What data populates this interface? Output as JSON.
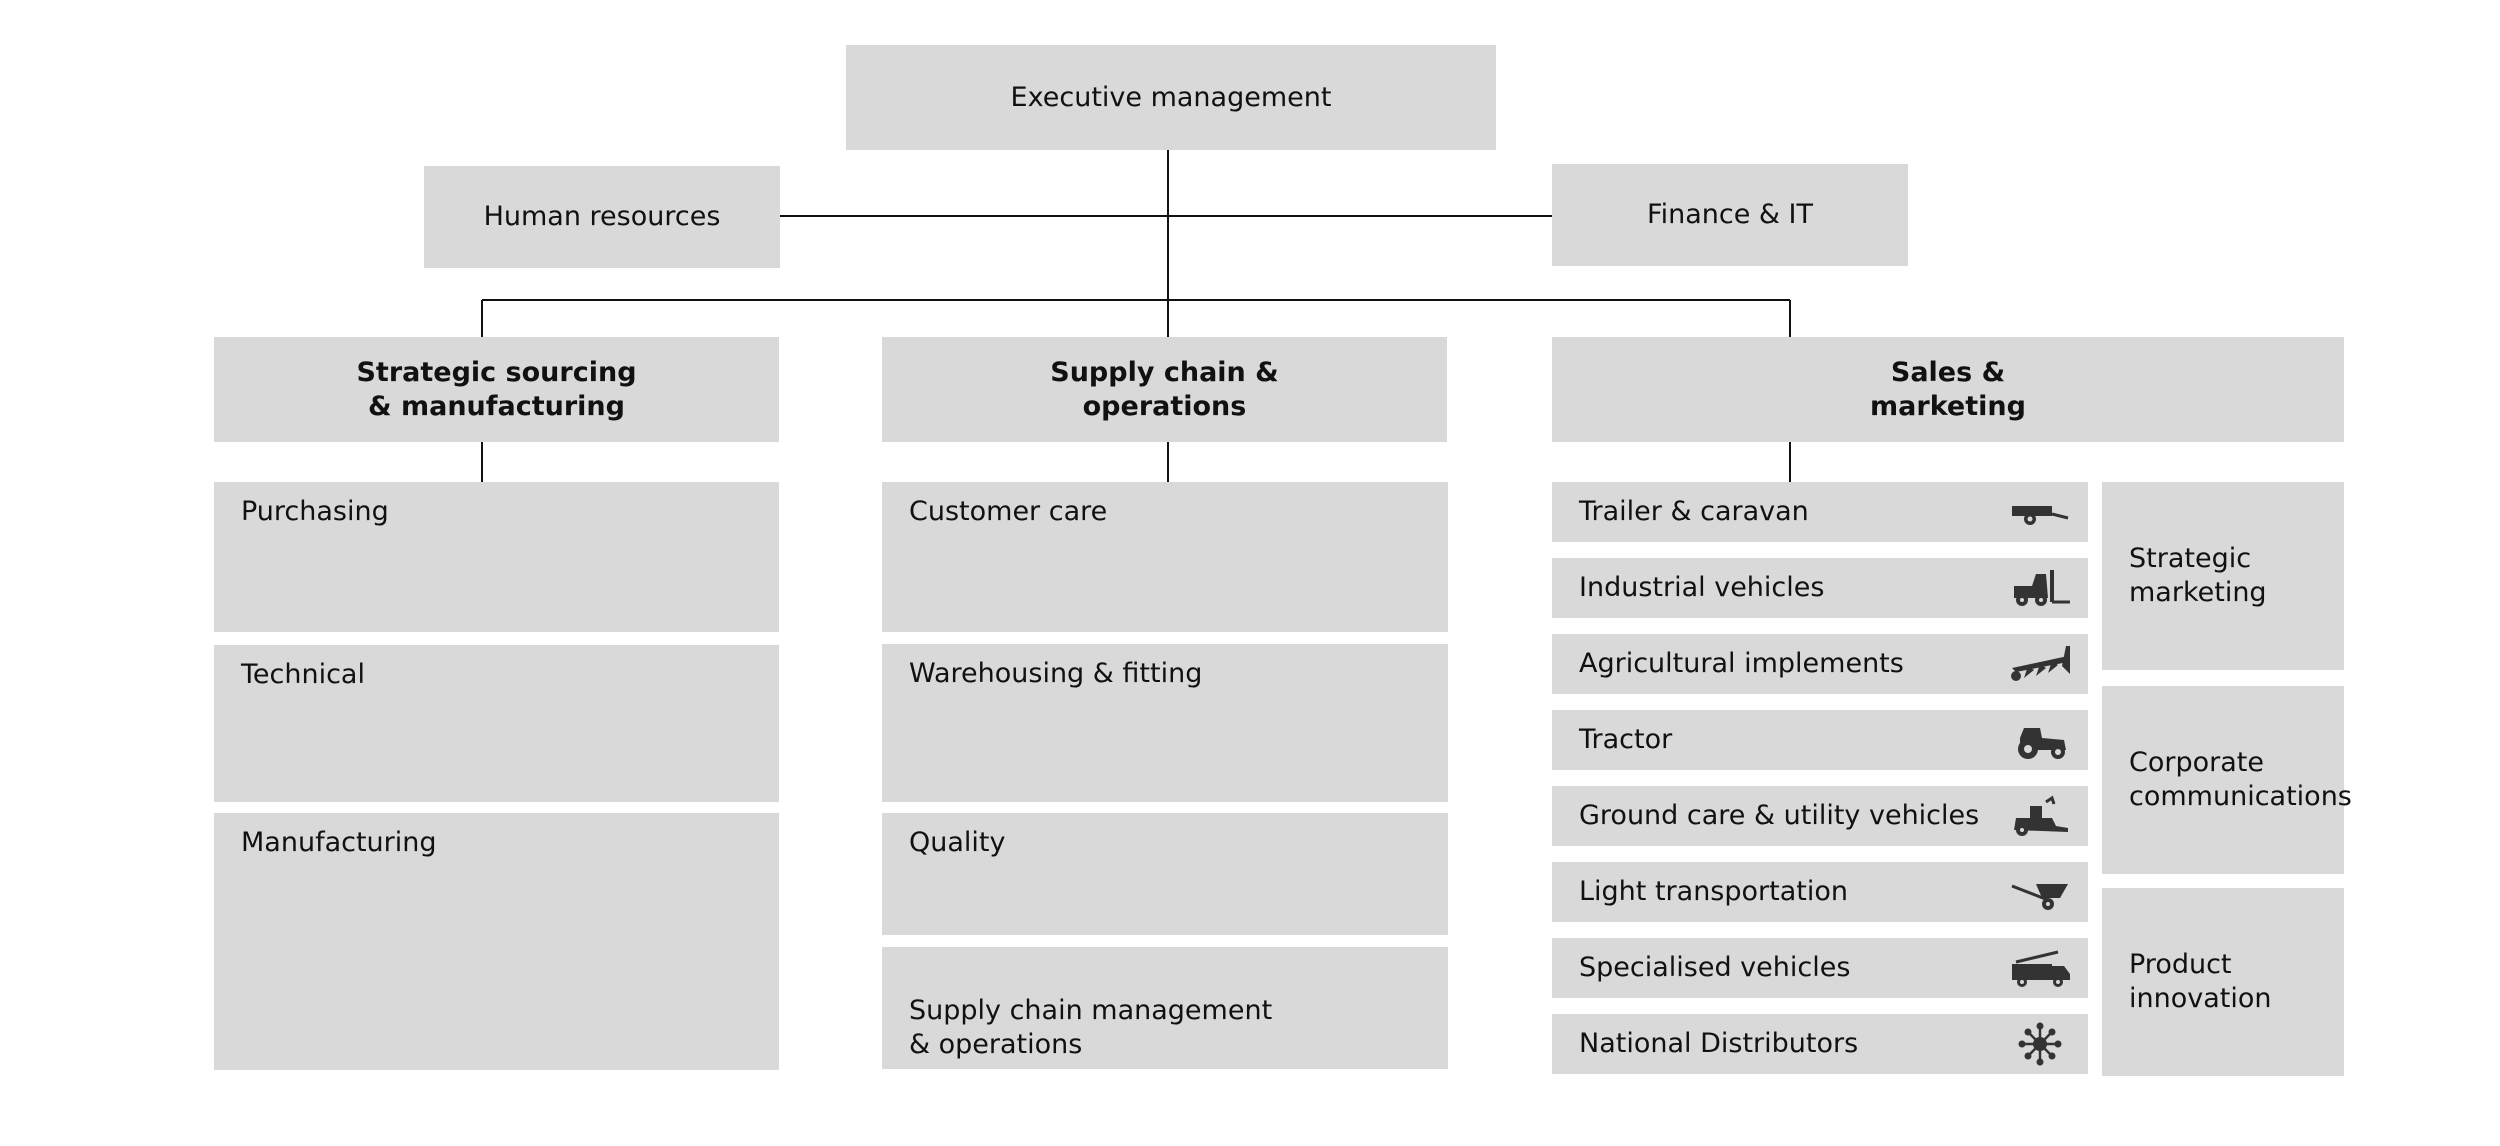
{
  "executive": "Executive management",
  "support": {
    "left": "Human resources",
    "right": "Finance & IT"
  },
  "divisions": [
    {
      "title": "Strategic sourcing\n& manufacturing",
      "units": [
        "Purchasing",
        "Technical",
        "Manufacturing"
      ]
    },
    {
      "title": "Supply chain &\noperations",
      "units": [
        "Customer care",
        "Warehousing & fitting",
        "Quality",
        "Supply chain management\n& operations"
      ]
    },
    {
      "title": "Sales &\nmarketing",
      "segments": [
        {
          "label": "Trailer & caravan",
          "icon": "trailer-icon"
        },
        {
          "label": "Industrial vehicles",
          "icon": "forklift-icon"
        },
        {
          "label": "Agricultural implements",
          "icon": "plough-icon"
        },
        {
          "label": "Tractor",
          "icon": "tractor-icon"
        },
        {
          "label": "Ground care & utility vehicles",
          "icon": "lawn-mower-icon"
        },
        {
          "label": "Light transportation",
          "icon": "wheelbarrow-icon"
        },
        {
          "label": "Specialised vehicles",
          "icon": "fire-truck-icon"
        },
        {
          "label": "National Distributors",
          "icon": "network-hub-icon"
        }
      ],
      "functions": [
        "Strategic\nmarketing",
        "Corporate\ncommunications",
        "Product\ninnovation"
      ]
    }
  ],
  "colors": {
    "box": "#d9d9d9",
    "line": "#111111",
    "icon": "#333333"
  }
}
